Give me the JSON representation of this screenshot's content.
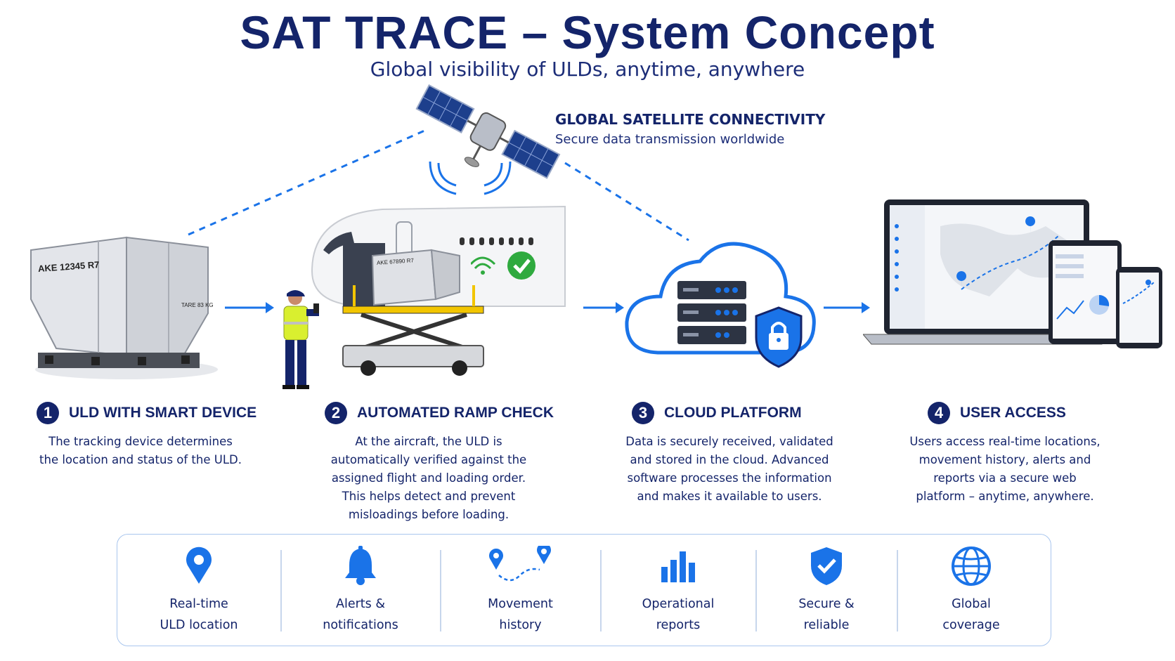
{
  "header": {
    "title": "SAT TRACE – System Concept",
    "subtitle": "Global visibility of ULDs, anytime, anywhere"
  },
  "satellite": {
    "title": "GLOBAL SATELLITE CONNECTIVITY",
    "subtitle": "Secure data transmission worldwide"
  },
  "uld_labels": {
    "main": "AKE 12345 R7",
    "tare": "TARE 83 KG",
    "ramp": "AKE 67890 R7"
  },
  "steps": [
    {
      "number": "1",
      "title": "ULD WITH SMART DEVICE",
      "description": "The tracking device determines\nthe location and status of the ULD."
    },
    {
      "number": "2",
      "title": "AUTOMATED RAMP CHECK",
      "description": "At the aircraft, the ULD is\nautomatically verified against the\nassigned flight and loading order.\nThis helps detect and prevent\nmisloadings before loading."
    },
    {
      "number": "3",
      "title": "CLOUD PLATFORM",
      "description": "Data is securely received, validated\nand stored in the cloud. Advanced\nsoftware processes the information\nand makes it available to users."
    },
    {
      "number": "4",
      "title": "USER ACCESS",
      "description": "Users access real-time locations,\nmovement history, alerts and\nreports via a secure web\nplatform – anytime, anywhere."
    }
  ],
  "features": [
    {
      "label": "Real-time\nULD location",
      "icon": "location-pin-icon"
    },
    {
      "label": "Alerts &\nnotifications",
      "icon": "bell-icon"
    },
    {
      "label": "Movement\nhistory",
      "icon": "route-icon"
    },
    {
      "label": "Operational\nreports",
      "icon": "bar-chart-icon"
    },
    {
      "label": "Secure &\nreliable",
      "icon": "shield-check-icon"
    },
    {
      "label": "Global\ncoverage",
      "icon": "globe-icon"
    }
  ],
  "colors": {
    "navy": "#14246a",
    "accent_blue": "#1a73e8",
    "ok_green": "#2faa3f",
    "border": "#a9c6ee"
  }
}
